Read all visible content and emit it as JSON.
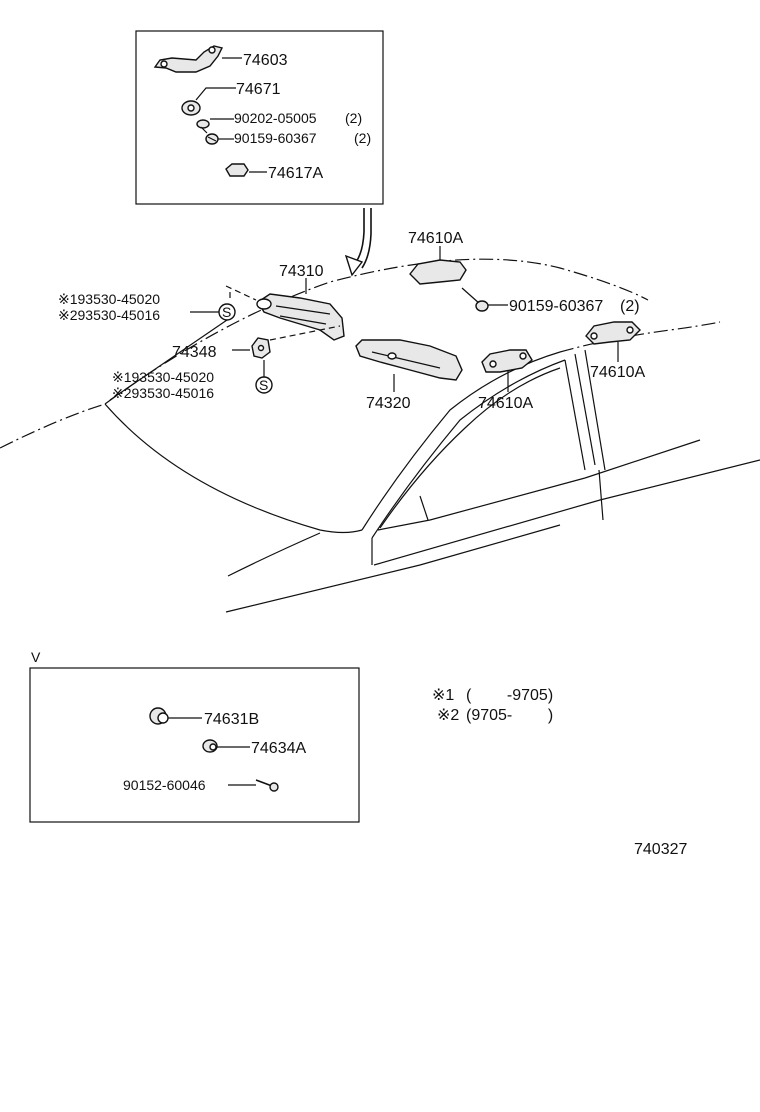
{
  "parts": {
    "p74603": "74603",
    "p74671": "74671",
    "p90202": "90202-05005",
    "p90202_qty": "(2)",
    "p90159_inset": "90159-60367",
    "p90159_inset_qty": "(2)",
    "p74617A": "74617A",
    "p74610A_top": "74610A",
    "p74310": "74310",
    "p90159_main": "90159-60367",
    "p90159_main_qty": "(2)",
    "p74348": "74348",
    "p74320": "74320",
    "p74610A_mid": "74610A",
    "p74610A_right": "74610A",
    "p74631B": "74631B",
    "p74634A": "74634A",
    "p90152": "90152-60046"
  },
  "callouts": {
    "a1": "※193530-45020",
    "a2": "※293530-45016",
    "b1": "※193530-45020",
    "b2": "※293530-45016",
    "s_symbol": "S"
  },
  "notes": {
    "n1_mark": "※1",
    "n1_text": "(        -9705)",
    "n2_mark": "※2",
    "n2_text": "(9705-        )"
  },
  "section_mark": "V",
  "diagram_number": "740327"
}
